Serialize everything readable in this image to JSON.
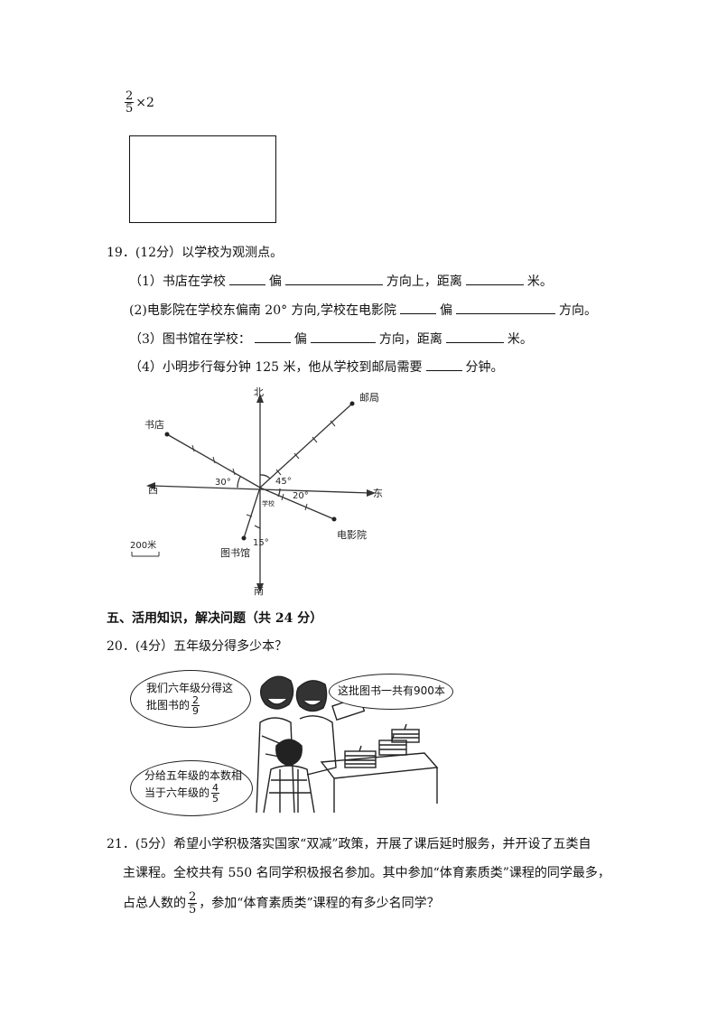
{
  "q18_tail": {
    "frac_num": "2",
    "frac_den": "5",
    "op": "×2"
  },
  "q19": {
    "title": "19．(12分）以学校为观测点。",
    "l1": {
      "a": "（1）书店在学校",
      "b": "偏",
      "c": "方向上，距离",
      "d": "米。"
    },
    "l2": {
      "a": "(2)电影院在学校东偏南 20°  方向,学校在电影院",
      "b": "偏",
      "c": "方向。"
    },
    "l3": {
      "a": "（3）图书馆在学校：",
      "b": "偏",
      "c": "方向，距离",
      "d": "米。"
    },
    "l4": {
      "a": "（4）小明步行每分钟 125 米，他从学校到邮局需要",
      "b": "分钟。"
    }
  },
  "map": {
    "north": "北",
    "south": "南",
    "west": "西",
    "east": "东",
    "bookstore": "书店",
    "post_office": "邮局",
    "cinema": "电影院",
    "library": "图书馆",
    "school": "学校",
    "a30": "30°",
    "a45": "45°",
    "a20": "20°",
    "a15": "15°",
    "scale": "200米"
  },
  "section5": {
    "title": "五、活用知识，解决问题（共 24 分）"
  },
  "q20": {
    "title": "20．(4分）五年级分得多少本？",
    "bubble1": {
      "l1": "我们六年级分得这",
      "l2": "批图书的",
      "num": "2",
      "den": "9"
    },
    "bubble2": {
      "text": "这批图书一共有900本"
    },
    "bubble3": {
      "l1": "分给五年级的本数相",
      "l2": "当于六年级的",
      "num": "4",
      "den": "5"
    }
  },
  "q21": {
    "l1": "21．(5分）希望小学积极落实国家“双减”政策，开展了课后延时服务，并开设了五类自",
    "l2": "主课程。全校共有 550 名同学积极报名参加。其中参加“体育素质类”课程的同学最多，",
    "l3a": "占总人数的",
    "num": "2",
    "den": "5",
    "l3b": "，参加“体育素质类”课程的有多少名同学？"
  }
}
